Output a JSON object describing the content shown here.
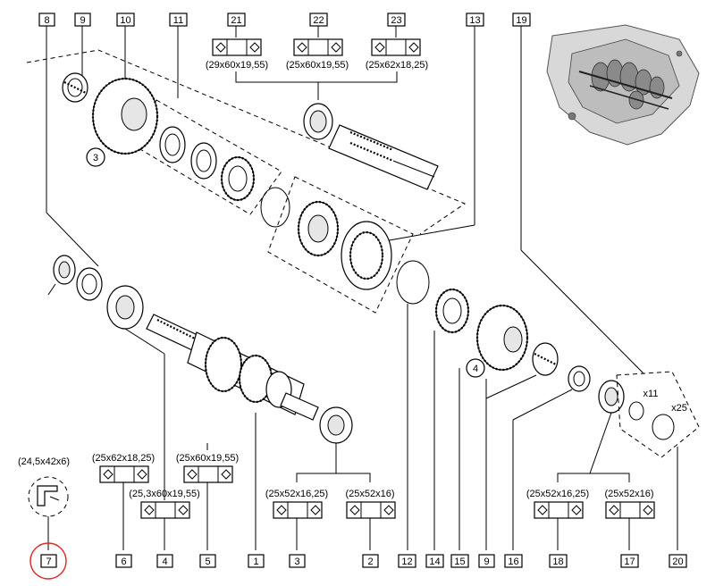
{
  "callouts": [
    {
      "id": "c8",
      "label": "8"
    },
    {
      "id": "c9",
      "label": "9"
    },
    {
      "id": "c10",
      "label": "10"
    },
    {
      "id": "c11",
      "label": "11"
    },
    {
      "id": "c21",
      "label": "21"
    },
    {
      "id": "c22",
      "label": "22"
    },
    {
      "id": "c23",
      "label": "23"
    },
    {
      "id": "c13",
      "label": "13"
    },
    {
      "id": "c19",
      "label": "19"
    },
    {
      "id": "c7",
      "label": "7"
    },
    {
      "id": "c6",
      "label": "6"
    },
    {
      "id": "c4",
      "label": "4"
    },
    {
      "id": "c5",
      "label": "5"
    },
    {
      "id": "c1",
      "label": "1"
    },
    {
      "id": "c3",
      "label": "3"
    },
    {
      "id": "c2",
      "label": "2"
    },
    {
      "id": "c12",
      "label": "12"
    },
    {
      "id": "c14",
      "label": "14"
    },
    {
      "id": "c15",
      "label": "15"
    },
    {
      "id": "c9b",
      "label": "9"
    },
    {
      "id": "c16",
      "label": "16"
    },
    {
      "id": "c18",
      "label": "18"
    },
    {
      "id": "c17",
      "label": "17"
    },
    {
      "id": "c20",
      "label": "20"
    }
  ],
  "specs": {
    "s21": "(29x60x19,55)",
    "s22": "(25x60x19,55)",
    "s23": "(25x62x18,25)",
    "s7": "(24,5x42x6)",
    "s6": "(25x62x18,25)",
    "s5": "(25x60x19,55)",
    "s4": "(25,3x60x19,55)",
    "s3": "(25x52x16,25)",
    "s2": "(25x52x16)",
    "s18": "(25x52x16,25)",
    "s17": "(25x52x16)"
  },
  "circled": {
    "g3": "3",
    "g4": "4"
  },
  "quantities": {
    "q11": "x11",
    "q25": "x25"
  },
  "colors": {
    "ink": "#000000",
    "highlight_ring": "#d9302a",
    "background": "#ffffff"
  },
  "icons": {
    "bearing_orientation_symbol": "bearing-orientation-icon",
    "gearbox_thumbnail": "gearbox-photo-icon"
  }
}
